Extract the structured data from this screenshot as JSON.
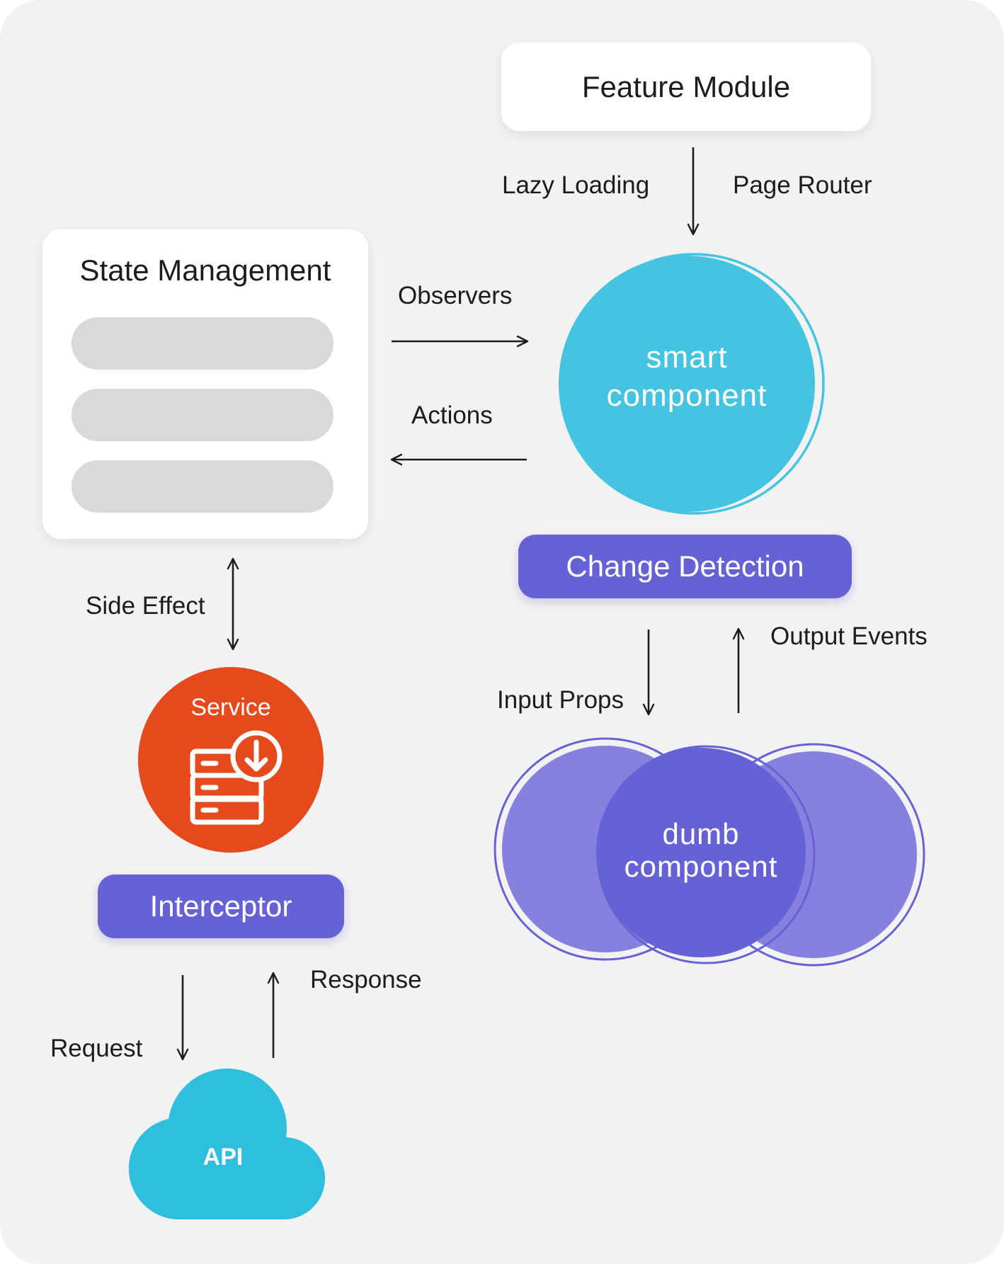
{
  "feature_module": {
    "title": "Feature Module",
    "left_label": "Lazy Loading",
    "right_label": "Page Router"
  },
  "state_management": {
    "title": "State Management",
    "observers_label": "Observers",
    "actions_label": "Actions",
    "side_effect_label": "Side Effect"
  },
  "smart_component": {
    "line1": "smart",
    "line2": "component"
  },
  "change_detection": {
    "label": "Change Detection",
    "input_label": "Input Props",
    "output_label": "Output Events"
  },
  "dumb_component": {
    "line1": "dumb",
    "line2": "component"
  },
  "service": {
    "label": "Service",
    "icon": "server-download-icon"
  },
  "interceptor": {
    "label": "Interceptor",
    "request_label": "Request",
    "response_label": "Response"
  },
  "api": {
    "label": "API",
    "icon": "cloud-icon"
  },
  "colors": {
    "background": "#f2f2f2",
    "cyan": "#44c4e1",
    "violet": "#6662d6",
    "light_violet": "#8680de",
    "orange": "#e5491c",
    "pill_gray": "#d9d9d9"
  }
}
